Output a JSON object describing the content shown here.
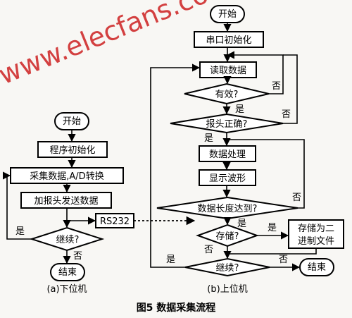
{
  "left": {
    "start": "开始",
    "init": "程序初始化",
    "collect": "采集数据,A/D转换",
    "send": "加报头发送数据",
    "rs232": "RS232",
    "continue_q": "继续?",
    "yes": "是",
    "no": "否",
    "end": "结束",
    "caption": "(a)下位机"
  },
  "right": {
    "start": "开始",
    "serial_init": "串口初始化",
    "read": "读取数据",
    "valid_q": "有效?",
    "header_q": "报头正确?",
    "process": "数据处理",
    "display": "显示波形",
    "length_q": "数据长度达到?",
    "store_q": "存储?",
    "store_box": [
      "存储为二",
      "进制文件"
    ],
    "continue_q": "继续?",
    "end": "结束",
    "yes": "是",
    "no": "否",
    "caption": "(b)上位机"
  },
  "figure_title": "图5   数据采集流程",
  "watermark": "www.elecfans.com"
}
